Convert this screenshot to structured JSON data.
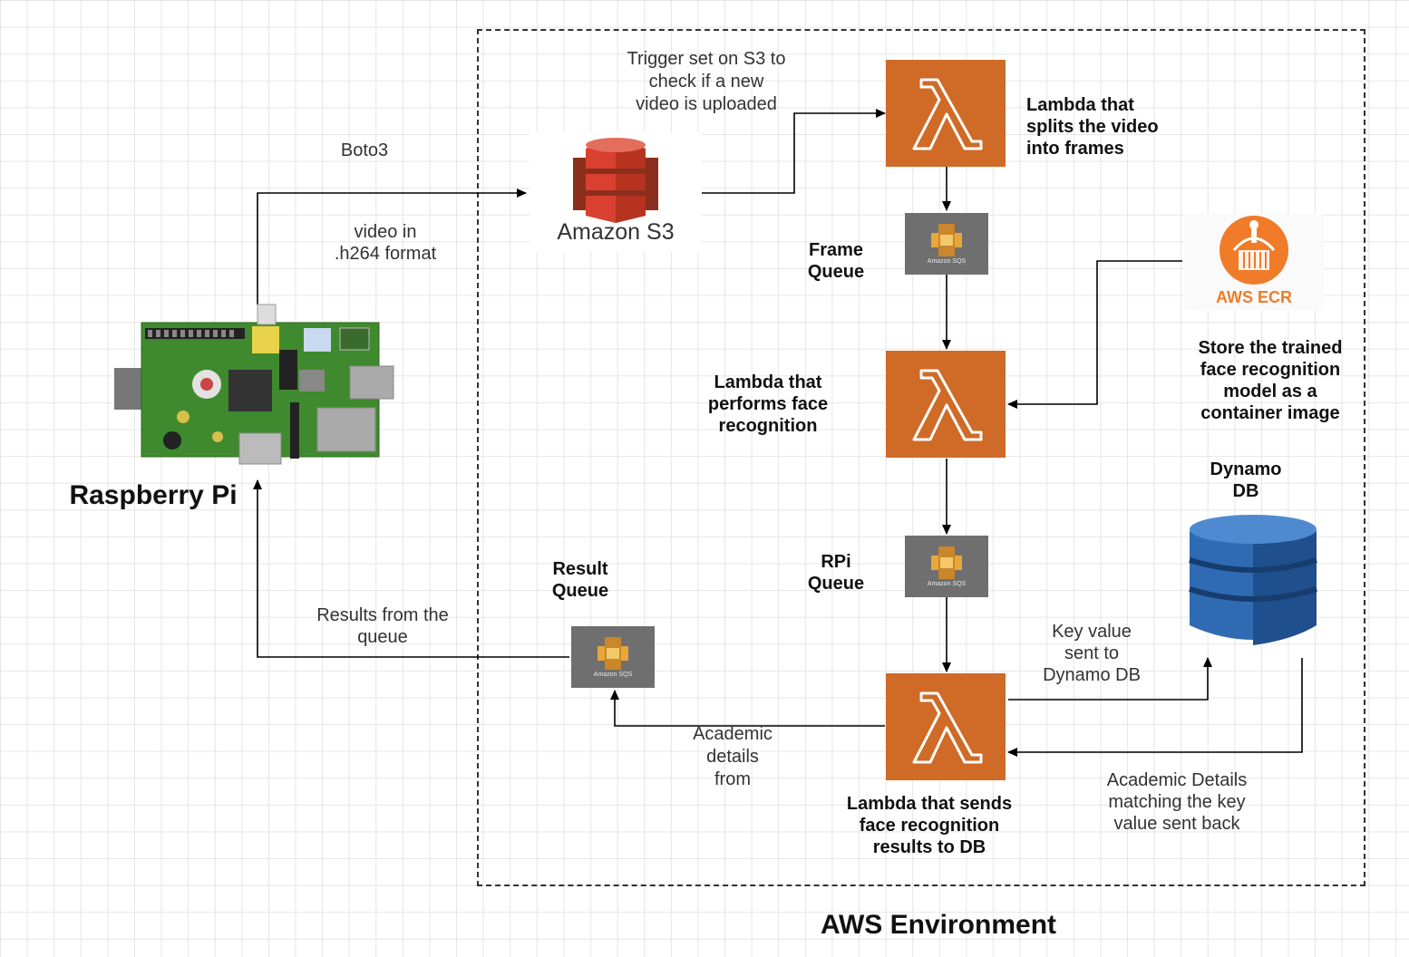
{
  "diagram": {
    "environment_label": "AWS Environment",
    "raspberry_pi": {
      "label": "Raspberry Pi"
    },
    "s3": {
      "label": "Amazon S3"
    },
    "ecr": {
      "label": "AWS ECR",
      "description": "Store the trained\nface recognition\nmodel as a\ncontainer image"
    },
    "dynamo": {
      "label": "Dynamo\nDB"
    },
    "lambdas": [
      {
        "description": "Lambda that\nsplits the video\ninto frames"
      },
      {
        "description": "Lambda that\nperforms face\nrecognition"
      },
      {
        "description": "Lambda that sends\nface recognition\nresults to DB"
      }
    ],
    "queues": [
      {
        "label": "Frame\nQueue",
        "caption": "Amazon SQS"
      },
      {
        "label": "RPi\nQueue",
        "caption": "Amazon SQS"
      },
      {
        "label": "Result\nQueue",
        "caption": "Amazon SQS"
      }
    ],
    "edges": {
      "boto3": "Boto3",
      "video_format": "video in\n.h264 format",
      "s3_trigger": "Trigger set on S3 to\ncheck if a new\nvideo is uploaded",
      "results_from_queue": "Results from the\nqueue",
      "academic_details_from": "Academic\ndetails\nfrom",
      "key_value_sent": "Key value\nsent to\nDynamo DB",
      "academic_details_back": "Academic Details\nmatching the key\nvalue sent back"
    }
  },
  "colors": {
    "lambda": "#cf6a27",
    "sqs": "#6f6f6f",
    "s3": "#d9402f",
    "ecr": "#f07b28",
    "dynamo": "#2f6bb3"
  }
}
